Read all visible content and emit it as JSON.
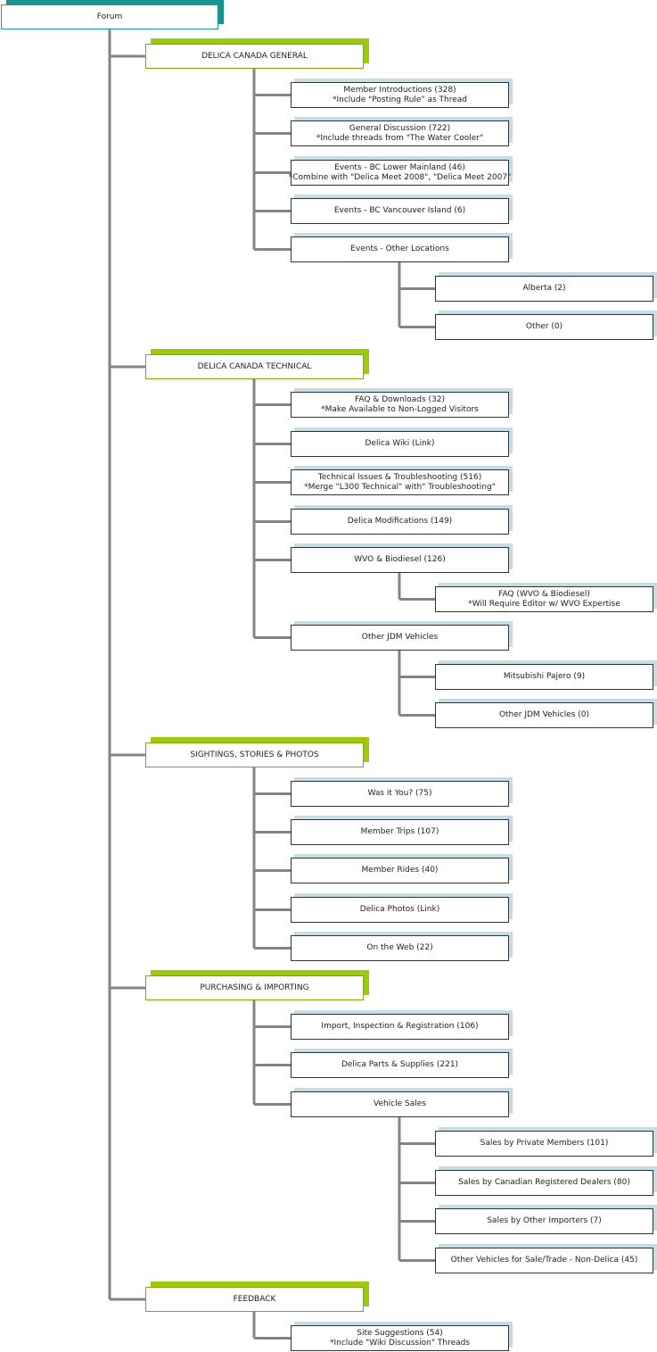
{
  "colors": {
    "connector": "#848484",
    "root_accent": "#17948f",
    "category_accent": "#9acc0d",
    "node_shadow": "#c6dde6",
    "node_border": "#333333"
  },
  "root": "Forum",
  "categories": [
    {
      "title": "DELICA CANADA GENERAL",
      "forums": [
        {
          "lines": [
            "Member Introductions (328)",
            "*Include \"Posting Rule\" as Thread"
          ]
        },
        {
          "lines": [
            "General Discussion (722)",
            "*Include threads from \"The Water Cooler\""
          ]
        },
        {
          "lines": [
            "Events - BC Lower Mainland (46)",
            "*Combine with \"Delica Meet 2008\", \"Delica Meet 2007\""
          ]
        },
        {
          "lines": [
            "Events - BC Vancouver Island (6)"
          ]
        },
        {
          "lines": [
            "Events - Other Locations"
          ],
          "children": [
            {
              "lines": [
                "Alberta (2)"
              ]
            },
            {
              "lines": [
                "Other (0)"
              ]
            }
          ]
        }
      ]
    },
    {
      "title": "DELICA CANADA TECHNICAL",
      "forums": [
        {
          "lines": [
            "FAQ & Downloads (32)",
            "*Make Available to Non-Logged Visitors"
          ]
        },
        {
          "lines": [
            "Delica Wiki (Link)"
          ]
        },
        {
          "lines": [
            "Technical Issues & Troubleshooting (516)",
            "*Merge \"L300 Technical\" with\" Troubleshooting\""
          ]
        },
        {
          "lines": [
            "Delica Modifications (149)"
          ]
        },
        {
          "lines": [
            "WVO & Biodiesel (126)"
          ],
          "children": [
            {
              "lines": [
                "FAQ (WVO & Biodiesel)",
                "*Will Require Editor w/ WVO Expertise"
              ]
            }
          ]
        },
        {
          "lines": [
            "Other JDM Vehicles"
          ],
          "children": [
            {
              "lines": [
                "Mitsubishi Pajero (9)"
              ]
            },
            {
              "lines": [
                "Other JDM Vehicles (0)"
              ]
            }
          ]
        }
      ]
    },
    {
      "title": "SIGHTINGS, STORIES & PHOTOS",
      "forums": [
        {
          "lines": [
            "Was it You? (75)"
          ]
        },
        {
          "lines": [
            "Member Trips (107)"
          ]
        },
        {
          "lines": [
            "Member Rides (40)"
          ]
        },
        {
          "lines": [
            "Delica Photos (Link)"
          ]
        },
        {
          "lines": [
            "On the Web (22)"
          ]
        }
      ]
    },
    {
      "title": "PURCHASING & IMPORTING",
      "forums": [
        {
          "lines": [
            "Import, Inspection & Registration (106)"
          ]
        },
        {
          "lines": [
            "Delica Parts & Supplies (221)"
          ]
        },
        {
          "lines": [
            "Vehicle Sales"
          ],
          "children": [
            {
              "lines": [
                "Sales by Private Members (101)"
              ]
            },
            {
              "lines": [
                "Sales by Canadian Registered Dealers (80)"
              ]
            },
            {
              "lines": [
                "Sales by Other Importers (7)"
              ]
            },
            {
              "lines": [
                "Other Vehicles for Sale/Trade - Non-Delica (45)"
              ]
            }
          ]
        }
      ]
    },
    {
      "title": "FEEDBACK",
      "forums": [
        {
          "lines": [
            "Site Suggestions (54)",
            "*Include \"Wiki Discussion\" Threads"
          ]
        }
      ]
    }
  ]
}
